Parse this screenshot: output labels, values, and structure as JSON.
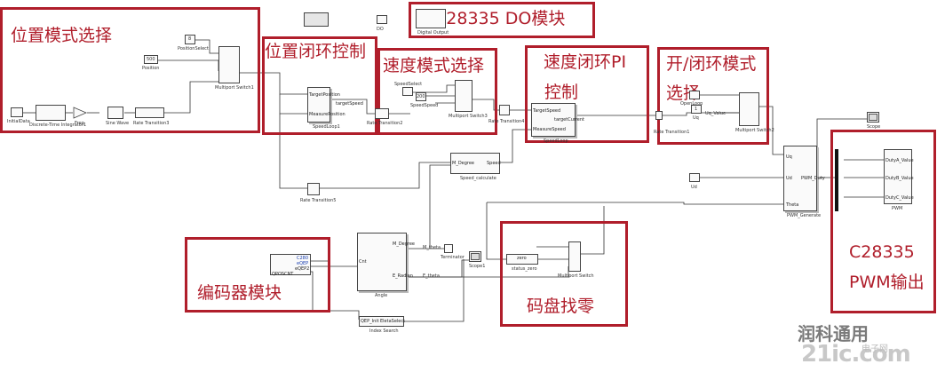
{
  "regions": {
    "position_mode": "位置模式选择",
    "position_loop": "位置闭环控制",
    "speed_mode": "速度模式选择",
    "speed_loop_line1": "速度闭环PI",
    "speed_loop_line2": "控制",
    "do_module": "C28335 DO模块",
    "open_close_line1": "开/闭环模式",
    "open_close_line2": "选择",
    "encoder": "编码器模块",
    "zero_find": "码盘找零",
    "pwm_line1": "C28335",
    "pwm_line2": "PWM输出"
  },
  "blocks": {
    "initial_data": "InitialData",
    "integrator": "Discrete-Time Integrator1",
    "freq": "Freq",
    "sine_wave": "Sine Wave",
    "rate_transition": "Rate Transition3",
    "position": "Position",
    "position_select": "PositionSelect",
    "multiport_switch": "Multiport Switch1",
    "const_8": "8",
    "const_500": "500",
    "target_position": "TargetPosition",
    "measure_position": "MeasurePosition",
    "target_speed_out": "targetSpeed",
    "speed_loop1": "SpeedLoop1",
    "rate_transition2": "Rate Transition2",
    "speed_select": "SpeedSelect",
    "const_200": "200",
    "speed_speed": "SpeedSpeed",
    "multiport_switch3": "Multiport Switch3",
    "rate_transition4": "Rate Transition4",
    "target_speed_in": "TargetSpeed",
    "measure_speed": "MeasureSpeed",
    "target_current": "targetCurrent",
    "speed_loop": "SpeedLoop",
    "rate_transition1": "Rate Transition1",
    "open_loop": "OpenLoop",
    "const_1": "1",
    "uq": "Uq",
    "uq_value": "Uq_Value",
    "multiport_switch2": "Multiport Switch2",
    "digital_output": "Digital Output",
    "do_label": "DO",
    "speed_calculate": "Speed_calculate",
    "m_degree_in": "M_Degree",
    "speed_out": "Speed",
    "rate_transition5": "Rate Transition5",
    "ud": "Ud",
    "pwm_generate": "PWM_Generate",
    "pwm_duty": "PWM_Duty",
    "input_uq": "Uq",
    "input_ud": "Ud",
    "input_theta": "Theta",
    "duty_a": "DutyA_Value",
    "duty_b": "DutyB_Value",
    "duty_c": "DutyC_Value",
    "pwm": "PWM",
    "scope": "Scope",
    "eqep_tag": "C280\neQEP",
    "eqep": "eQEP2",
    "qposcnt": "QPOSCNT",
    "cnt": "Cnt",
    "angle": "Angle",
    "m_degree": "M_Degree",
    "e_radian": "E_Radian",
    "m_theta": "M_theta",
    "e_theta": "E_theta",
    "terminator": "Terminator",
    "scope1": "Scope1",
    "status_zero": "status_zero",
    "zero": "zero",
    "multiport_switch4": "Multiport Switch",
    "qep_init": "QEP_Init",
    "eleta_select": "EletaSelect",
    "index_search": "Index Search"
  },
  "watermark": {
    "text": "润科通用",
    "logo": "21ic.com",
    "logo_cn": "电子网"
  },
  "colors": {
    "region": "#b01e2b",
    "line": "#333333"
  }
}
